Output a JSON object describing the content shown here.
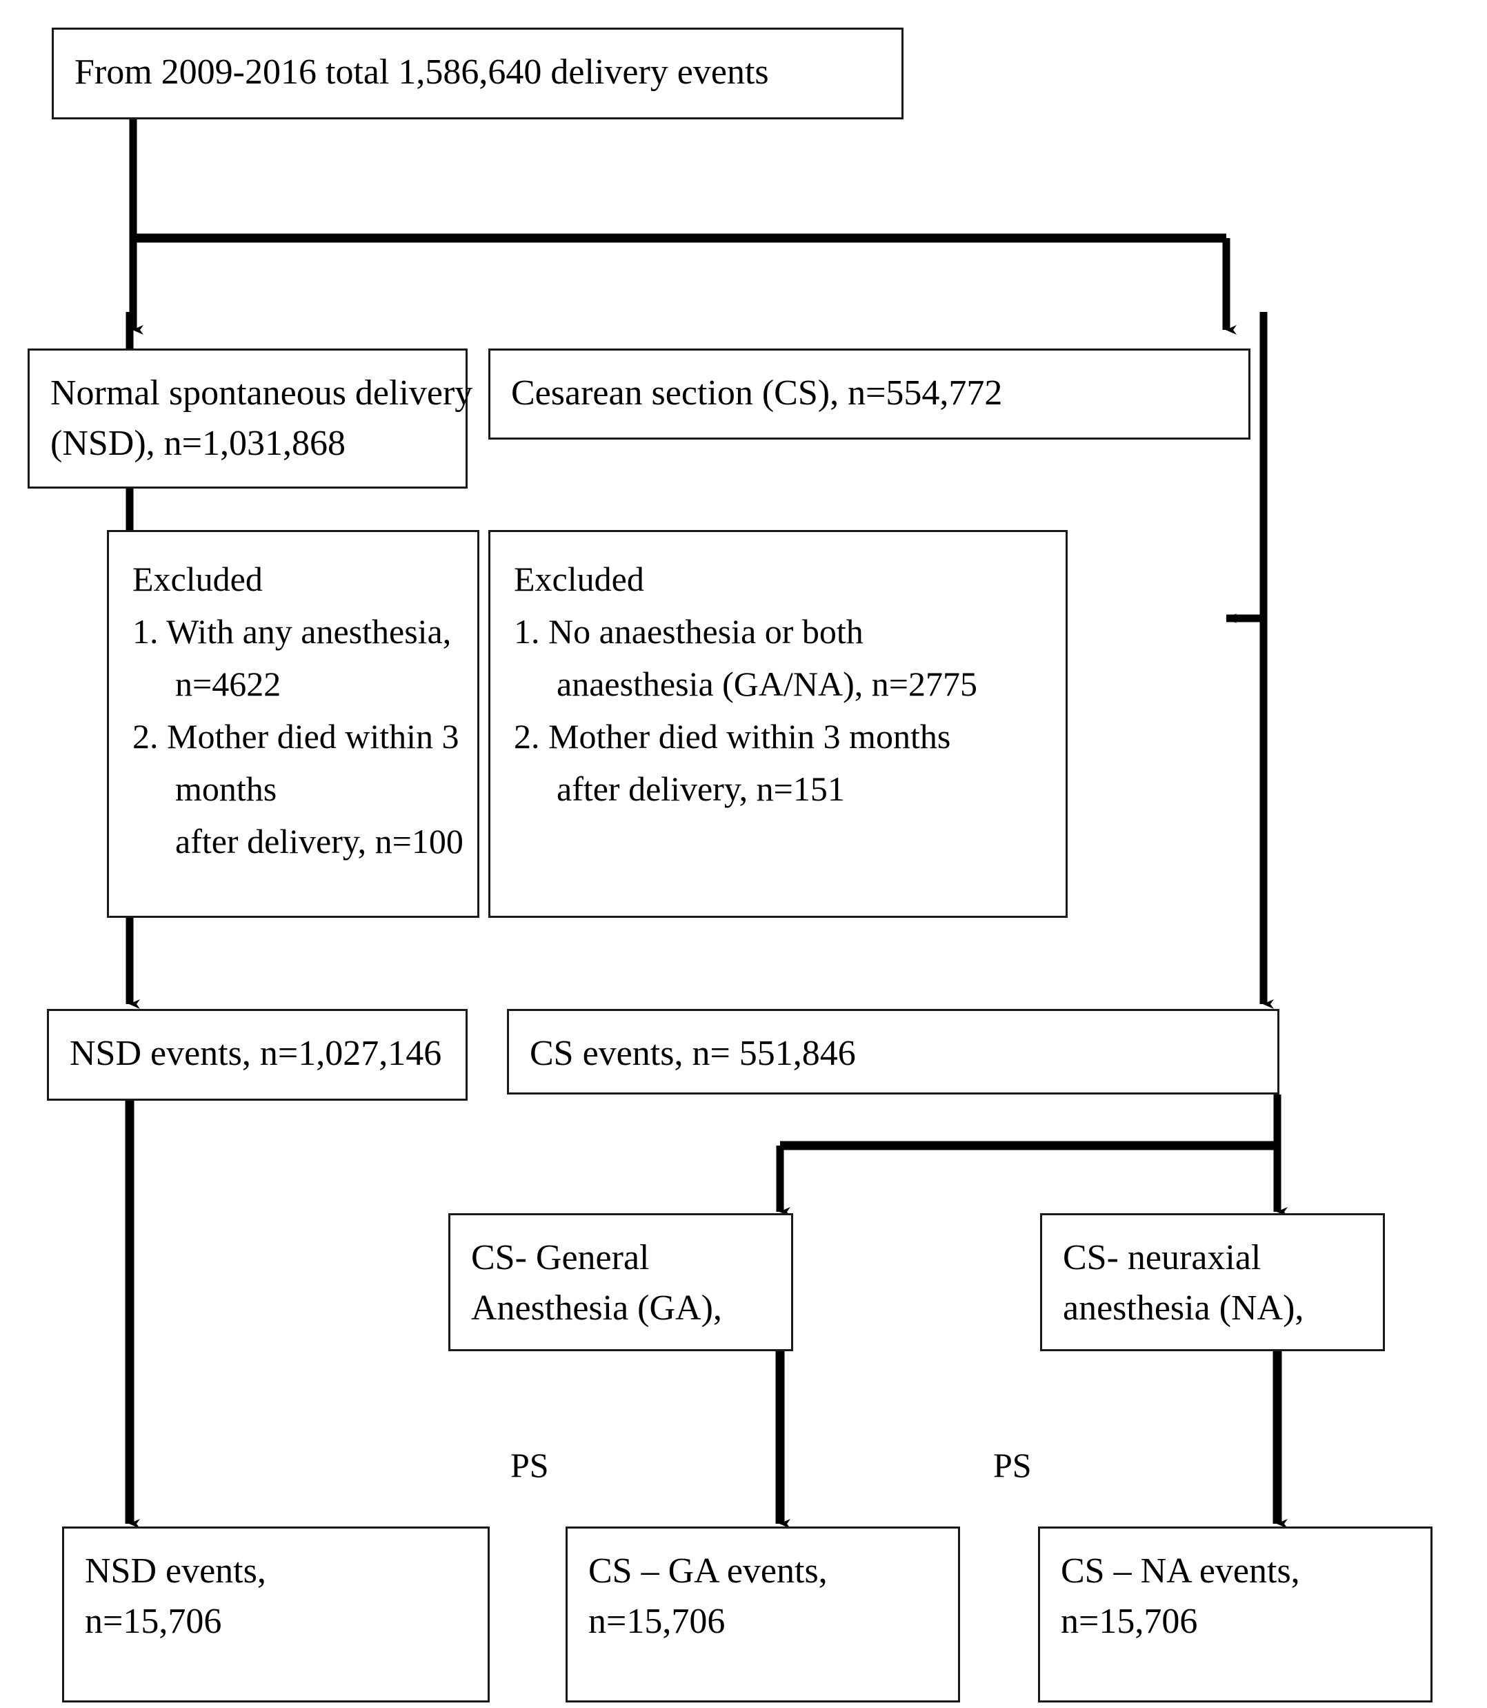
{
  "diagram": {
    "title": "Study population flow diagram",
    "type": "flowchart",
    "colors": {
      "box_border": "#1a1a1a",
      "connector": "#000000",
      "background": "#ffffff"
    },
    "nodes": {
      "total_deliveries": {
        "id": "total-deliveries",
        "lines": [
          "From 2009-2016 total 1,586,640 delivery events"
        ]
      },
      "nsd": {
        "id": "normal-spontaneous-delivery",
        "lines": [
          "Normal spontaneous delivery",
          "(NSD), n=1,031,868"
        ]
      },
      "cs": {
        "id": "cesarean-section",
        "lines": [
          "Cesarean section (CS), n=554,772"
        ]
      },
      "excluded_nsd": {
        "id": "excluded-nsd",
        "heading": "Excluded",
        "items": [
          {
            "marker": "1.",
            "text": "With any anesthesia, n=4622",
            "continuation": null
          },
          {
            "marker": "2.",
            "text": "Mother died within 3 months",
            "continuation": "after delivery, n=100"
          }
        ]
      },
      "excluded_cs": {
        "id": "excluded-cs",
        "heading": "Excluded",
        "items": [
          {
            "marker": "1.",
            "text": "No anaesthesia or both",
            "continuation": "anaesthesia (GA/NA), n=2775"
          },
          {
            "marker": "2.",
            "text": "Mother died within 3 months",
            "continuation": "after delivery, n=151"
          }
        ]
      },
      "nsd_events": {
        "id": "nsd-events",
        "lines": [
          "NSD events, n=1,027,146"
        ]
      },
      "cs_events": {
        "id": "cs-events",
        "lines": [
          "CS events, n= 551,846"
        ]
      },
      "cs_ga": {
        "id": "cs-general-anesthesia",
        "lines": [
          "CS- General",
          "Anesthesia (GA),"
        ]
      },
      "cs_na": {
        "id": "cs-neuraxial-anesthesia",
        "lines": [
          "CS- neuraxial",
          "anesthesia (NA),"
        ]
      },
      "nsd_final": {
        "id": "nsd-events-final",
        "lines": [
          "NSD events,",
          "n=15,706"
        ]
      },
      "cs_ga_final": {
        "id": "cs-ga-events-final",
        "lines": [
          "CS – GA events,",
          "n=15,706"
        ]
      },
      "cs_na_final": {
        "id": "cs-na-events-final",
        "lines": [
          "CS – NA events,",
          "n=15,706"
        ]
      }
    },
    "annotations": {
      "ps_left": "PS",
      "ps_right": "PS"
    }
  }
}
